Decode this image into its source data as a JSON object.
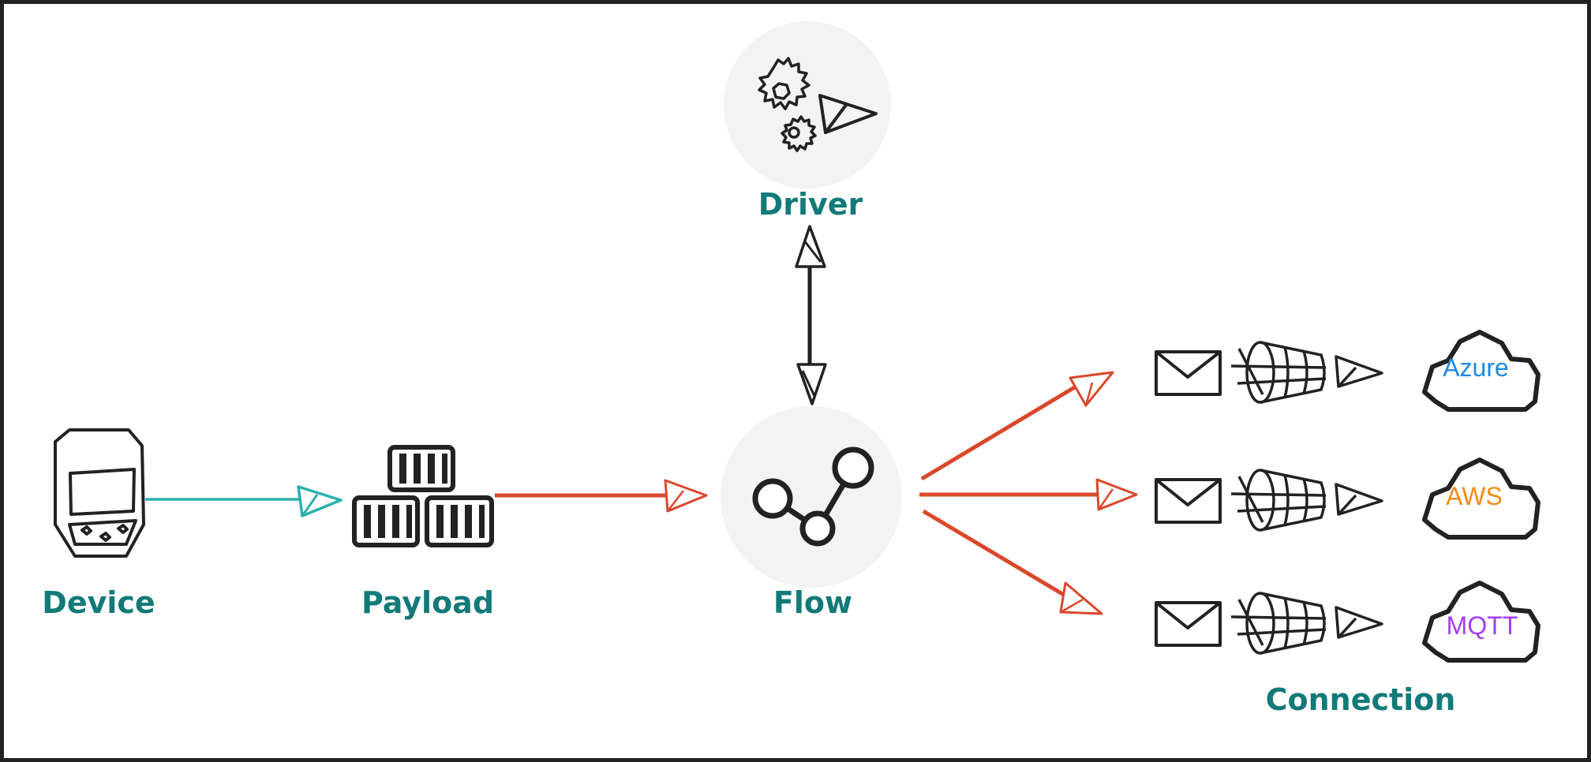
{
  "nodes": {
    "device": {
      "label": "Device"
    },
    "payload": {
      "label": "Payload"
    },
    "flow": {
      "label": "Flow"
    },
    "driver": {
      "label": "Driver"
    },
    "connection": {
      "label": "Connection"
    }
  },
  "clouds": [
    {
      "label": "Azure",
      "color": "#1e88e5"
    },
    {
      "label": "AWS",
      "color": "#f38b1a"
    },
    {
      "label": "MQTT",
      "color": "#a43cf0"
    }
  ],
  "colors": {
    "label": "#127a78",
    "device_arrow": "#2bb0ac",
    "flow_arrow": "#d9482b",
    "stroke": "#222222",
    "circle_bg": "#f3f3f3"
  }
}
